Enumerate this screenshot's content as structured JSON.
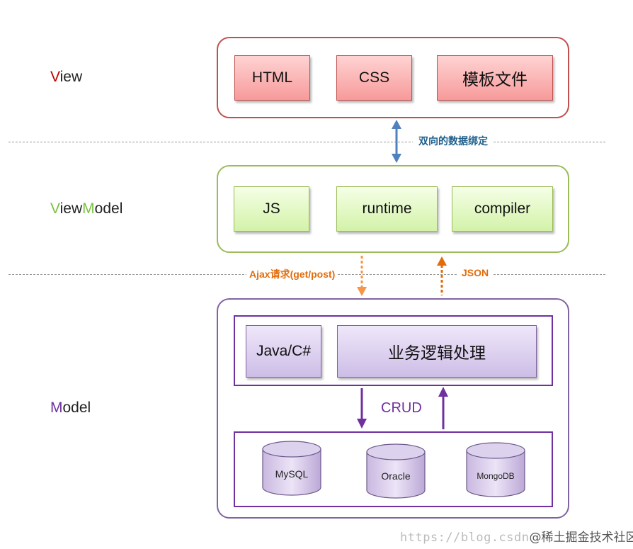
{
  "layers": {
    "view": {
      "first": "V",
      "rest": "iew"
    },
    "viewmodel": {
      "v": "V",
      "iew": "iew",
      "m": "M",
      "odel": "odel"
    },
    "model": {
      "first": "M",
      "rest": "odel"
    }
  },
  "view_components": [
    "HTML",
    "CSS",
    "模板文件"
  ],
  "viewmodel_components": [
    "JS",
    "runtime",
    "compiler"
  ],
  "model": {
    "language": "Java/C#",
    "business": "业务逻辑处理",
    "crud": "CRUD",
    "databases": [
      "MySQL",
      "Oracle",
      "MongoDB"
    ]
  },
  "links": {
    "binding": "双向的数据绑定",
    "ajax": "Ajax请求(get/post)",
    "json": "JSON"
  },
  "watermark": {
    "url": "https://blog.csdn",
    "site": "@稀土掘金技术社区"
  },
  "colors": {
    "view": "#c0504d",
    "viewmodel": "#9bbb59",
    "model": "#8064a2",
    "binding_arrow": "#4f81bd",
    "ajax_arrow": "#f79646"
  }
}
